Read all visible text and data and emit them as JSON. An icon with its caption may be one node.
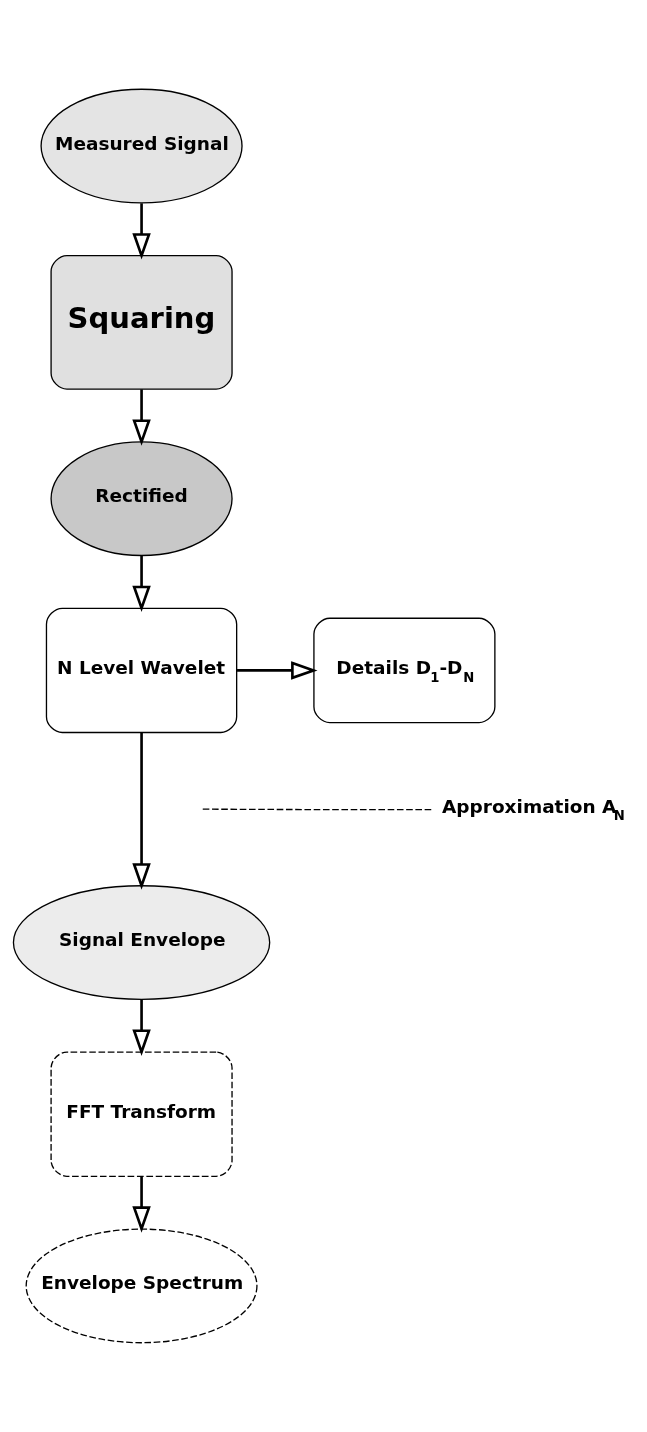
{
  "diagram": {
    "nodes": [
      {
        "text": [
          "Measured Signal"
        ]
      },
      {
        "text": [
          "Squaring"
        ]
      },
      {
        "text": [
          "Rectified"
        ]
      },
      {
        "text": [
          "N Level Wavelet"
        ]
      },
      {
        "text": [
          "Details D$_{1}$-D$_{N}$"
        ]
      },
      {
        "text": [
          "Approximation A$_{N}$"
        ]
      },
      {
        "text": [
          "Signal Envelope"
        ]
      },
      {
        "text": [
          "FFT Transform"
        ]
      },
      {
        "text": [
          "Envelope Spectrum"
        ]
      }
    ],
    "edges": [
      {
        "from": 0,
        "to": 1,
        "arrow": "to"
      },
      {
        "from": 1,
        "to": 2,
        "arrow": "to"
      },
      {
        "from": 2,
        "to": 3,
        "arrow": "to"
      },
      {
        "from": 3,
        "to": 4,
        "arrow": "to"
      },
      {
        "from": 3,
        "to": 6,
        "arrow": "to"
      },
      {
        "from": 5,
        "to": null,
        "arrow": "none",
        "style": "dashed"
      },
      {
        "from": 6,
        "to": 7,
        "arrow": "to"
      },
      {
        "from": 7,
        "to": 8,
        "arrow": "to"
      }
    ]
  }
}
